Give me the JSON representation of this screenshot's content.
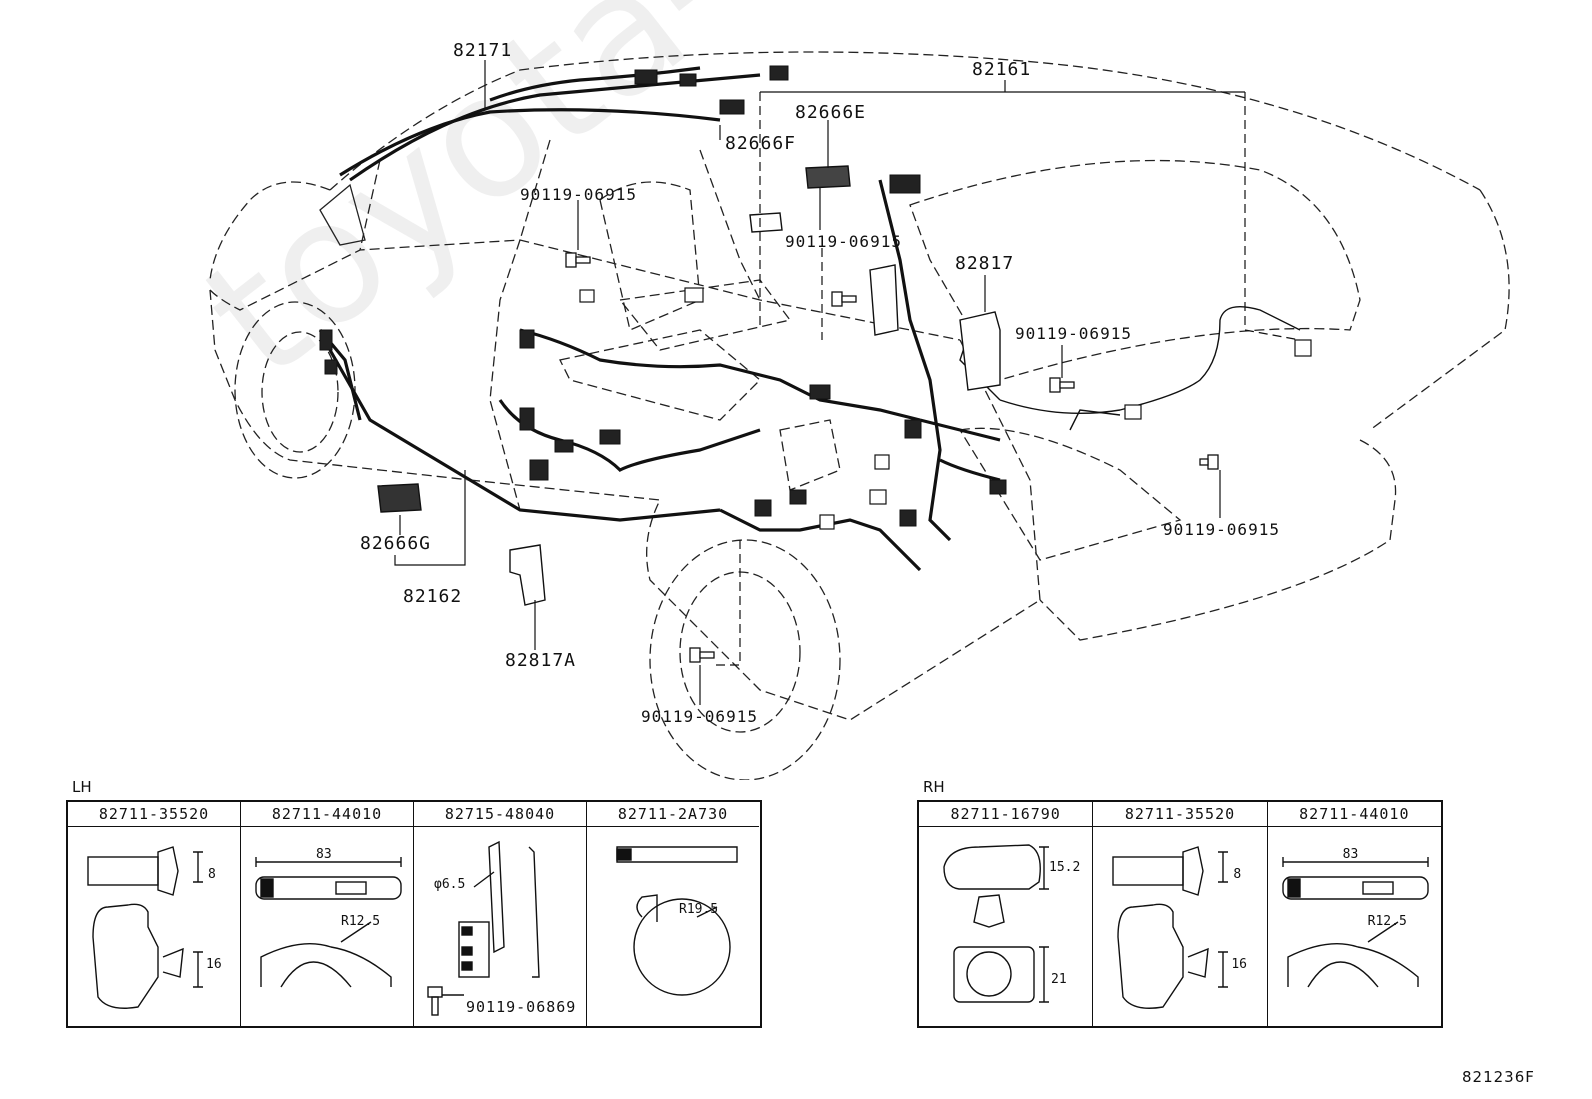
{
  "watermark": "toyota-catalogue.ru",
  "callouts": {
    "p82171": "82171",
    "p82161": "82161",
    "p82666E": "82666E",
    "p82666F": "82666F",
    "b1": "90119-06915",
    "b2": "90119-06915",
    "p82817": "82817",
    "b3": "90119-06915",
    "b4": "90119-06915",
    "p82666G": "82666G",
    "p82162": "82162",
    "p82817A": "82817A",
    "b5": "90119-06915"
  },
  "lh": {
    "label": "LH",
    "columns": [
      {
        "part": "82711-35520",
        "dim_a": "8",
        "dim_b": "16"
      },
      {
        "part": "82711-44010",
        "dim_a": "83",
        "dim_b": "R12.5"
      },
      {
        "part": "82715-48040",
        "dim_a": "φ6.5",
        "bolt": "90119-06869"
      },
      {
        "part": "82711-2A730",
        "dim_a": "R19.5"
      }
    ]
  },
  "rh": {
    "label": "RH",
    "columns": [
      {
        "part": "82711-16790",
        "dim_a": "15.2",
        "dim_b": "21"
      },
      {
        "part": "82711-35520",
        "dim_a": "8",
        "dim_b": "16"
      },
      {
        "part": "82711-44010",
        "dim_a": "83",
        "dim_b": "R12.5"
      }
    ]
  },
  "figure_code": "821236F"
}
